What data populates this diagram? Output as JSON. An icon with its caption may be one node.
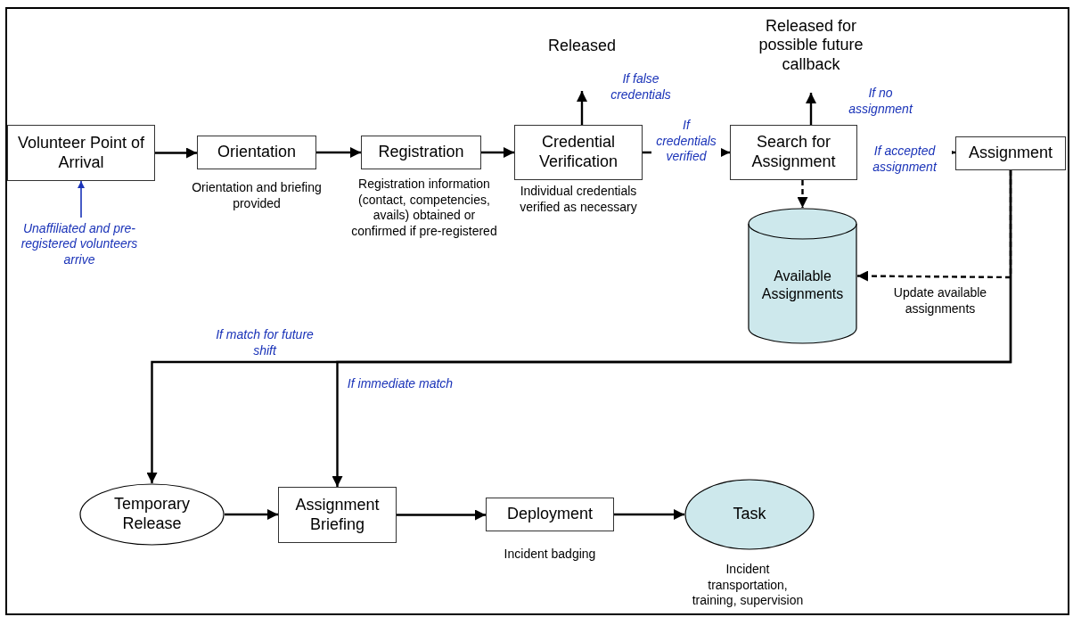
{
  "diagram": {
    "nodes": [
      {
        "text": [
          "Volunteer Point of Arrival"
        ]
      },
      {
        "text": [
          "Unaffiliated and pre-registered volunteers arrive"
        ]
      },
      {
        "text": [
          "Orientation"
        ],
        "beside": [
          "Orientation and briefing provided"
        ]
      },
      {
        "text": [
          "Registration"
        ],
        "beside": [
          "Registration information (contact, competencies, avails) obtained or confirmed if pre-registered"
        ]
      },
      {
        "text": [
          "Released"
        ]
      },
      {
        "text": [
          "Credential Verification"
        ],
        "beside": [
          "Individual credentials verified as necessary"
        ]
      },
      {
        "text": [
          "Released for possible future callback"
        ]
      },
      {
        "text": [
          "Search for Assignment"
        ]
      },
      {
        "text": [
          "Assignment"
        ]
      },
      {
        "text": [
          "Available Assignments"
        ]
      },
      {
        "text": [
          "Temporary Release"
        ]
      },
      {
        "text": [
          "Assignment Briefing"
        ]
      },
      {
        "text": [
          "Deployment"
        ],
        "beside": [
          "Incident badging"
        ]
      },
      {
        "text": [
          "Task"
        ],
        "beside": [
          "Incident transportation, training, supervision"
        ]
      }
    ],
    "edges": [
      {
        "from": 1,
        "to": 0,
        "arrow": "to",
        "color": "#1a33b8"
      },
      {
        "from": 0,
        "to": 2,
        "arrow": "to"
      },
      {
        "from": 2,
        "to": 3,
        "arrow": "to"
      },
      {
        "from": 3,
        "to": 5,
        "arrow": "to"
      },
      {
        "from": 5,
        "to": 4,
        "arrow": "to",
        "label": "If false credentials"
      },
      {
        "from": 5,
        "to": 7,
        "arrow": "to",
        "label": "If credentials verified"
      },
      {
        "from": 7,
        "to": 6,
        "arrow": "to",
        "label": "If no assignment"
      },
      {
        "from": 7,
        "to": 8,
        "arrow": "to",
        "label": "If accepted assignment"
      },
      {
        "from": 7,
        "to": 9,
        "arrow": "to",
        "style": "dashed"
      },
      {
        "from": 8,
        "to": 9,
        "arrow": "to",
        "style": "dashed",
        "label": "Update available assignments"
      },
      {
        "from": 8,
        "to": 10,
        "arrow": "to",
        "label": "If match for future shift"
      },
      {
        "from": 8,
        "to": 11,
        "arrow": "to",
        "label": "If immediate match"
      },
      {
        "from": 10,
        "to": 11,
        "arrow": "to"
      },
      {
        "from": 11,
        "to": 12,
        "arrow": "to"
      },
      {
        "from": 12,
        "to": 13,
        "arrow": "to"
      }
    ]
  }
}
